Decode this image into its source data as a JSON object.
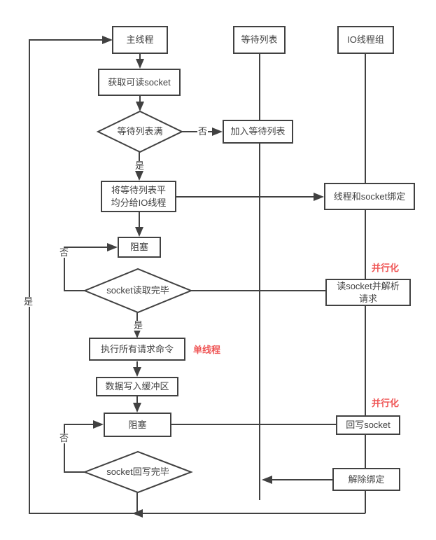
{
  "colors": {
    "line": "#414141",
    "text": "#414141",
    "accent_red": "#ef5656",
    "background": "#ffffff"
  },
  "nodes": {
    "main_thread": "主线程",
    "get_readable_socket": "获取可读socket",
    "wait_list": "等待列表",
    "io_thread_group": "IO线程组",
    "join_wait_list": "加入等待列表",
    "wait_list_full": "等待列表满",
    "distribute_wait_list": "将等待列表平\n均分给IO线程",
    "bind_thread_socket": "线程和socket绑定",
    "block_read": "阻塞",
    "socket_read_done": "socket读取完毕",
    "read_socket_parse_request": "读socket并解析\n请求",
    "execute_all_commands": "执行所有请求命令",
    "write_data_to_buffer": "数据写入缓冲区",
    "block_write": "阻塞",
    "write_back_socket": "回写socket",
    "socket_write_back_done": "socket回写完毕",
    "unbind": "解除绑定"
  },
  "edge_labels": {
    "wait_list_full_no": "否",
    "wait_list_full_yes": "是",
    "socket_read_done_no": "否",
    "socket_read_done_yes": "是",
    "socket_write_back_done_no": "否",
    "return_to_main_yes": "是"
  },
  "annotations": {
    "parallel_read": "并行化",
    "single_thread": "单线程",
    "parallel_write": "并行化"
  }
}
